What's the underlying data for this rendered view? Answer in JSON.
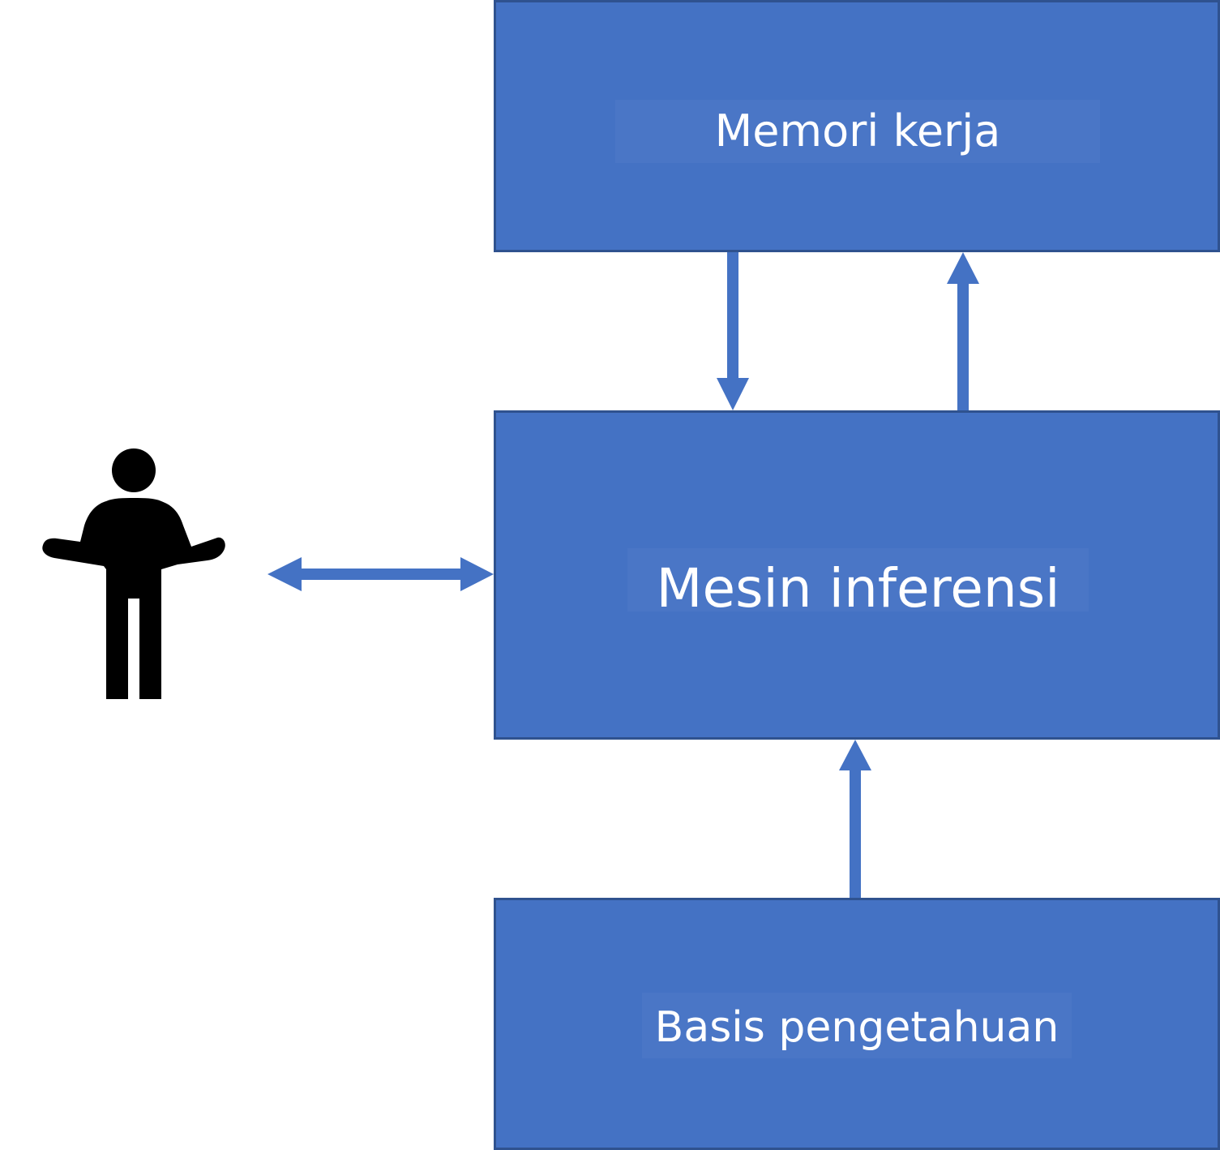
{
  "colors": {
    "box_fill": "#4472c4",
    "box_border": "#2f528f",
    "label_fill": "#4a76c6",
    "arrow": "#4472c4",
    "person": "#000000",
    "text": "#ffffff"
  },
  "nodes": {
    "working_memory": {
      "label": "Memori kerja"
    },
    "inference_engine": {
      "label": "Mesin inferensi"
    },
    "knowledge_base": {
      "label": "Basis pengetahuan"
    }
  },
  "user": {
    "icon": "person-shrugging-icon"
  },
  "edges": [
    {
      "from": "working_memory",
      "to": "inference_engine",
      "direction": "down"
    },
    {
      "from": "inference_engine",
      "to": "working_memory",
      "direction": "up"
    },
    {
      "from": "knowledge_base",
      "to": "inference_engine",
      "direction": "up"
    },
    {
      "from": "user",
      "to": "inference_engine",
      "direction": "bidirectional"
    }
  ]
}
